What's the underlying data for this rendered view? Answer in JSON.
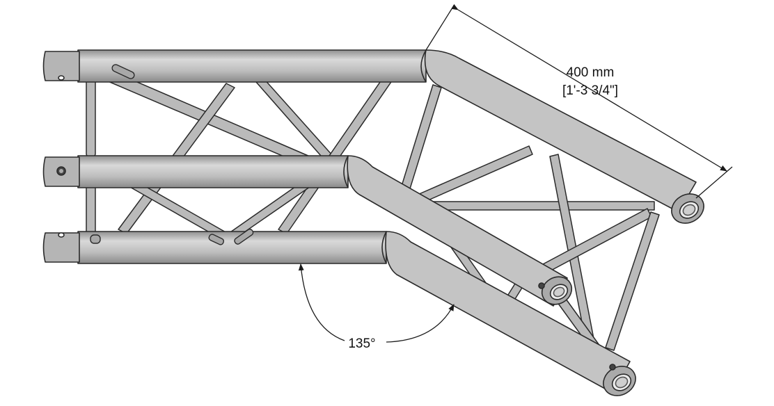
{
  "annotations": {
    "length_mm": "400 mm",
    "length_imperial": "[1'-3 3/4\"]",
    "angle": "135°"
  },
  "colors": {
    "tube_fill": "#b9b9b9",
    "tube_highlight": "#d6d6d6",
    "tube_outline": "#2a2a2a",
    "dimension_line": "#1a1a1a",
    "background": "#ffffff"
  }
}
